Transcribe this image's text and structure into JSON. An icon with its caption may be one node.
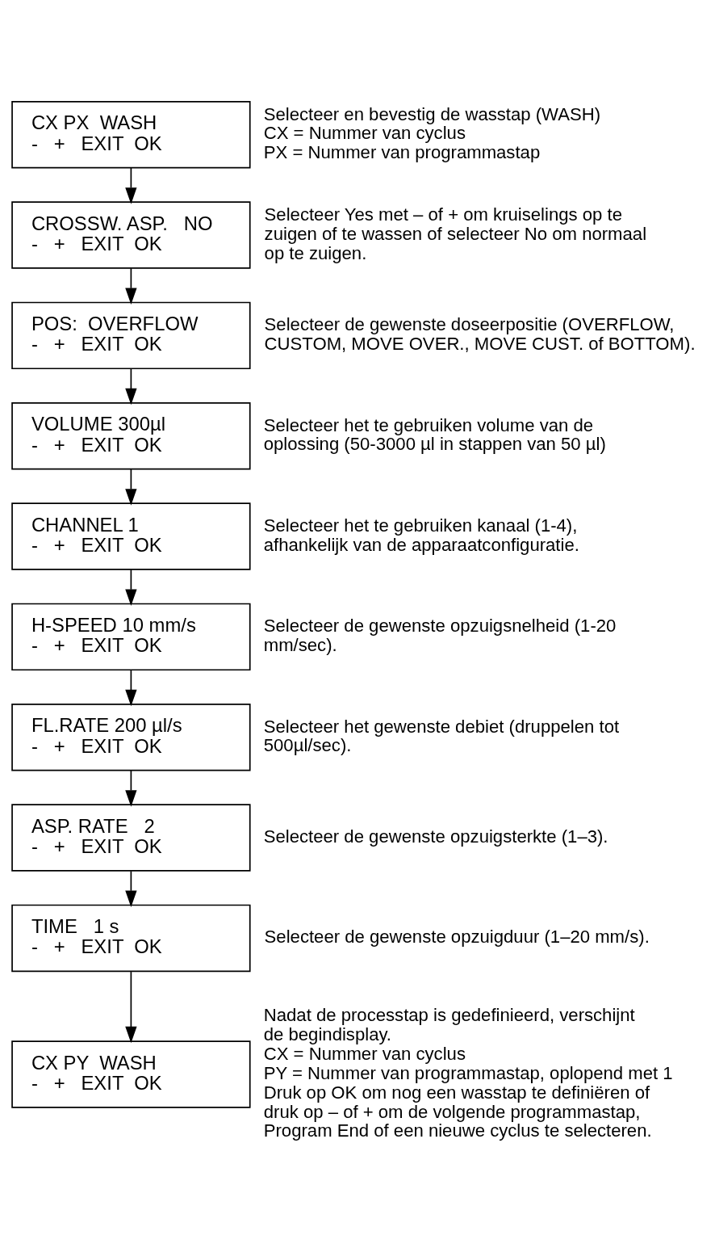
{
  "diagram": {
    "nodes": [
      {
        "text": [
          "CX PX  WASH",
          "-   +   EXIT  OK"
        ],
        "beside": [
          "Selecteer en bevestig de wasstap (WASH)",
          "CX = Nummer van cyclus",
          "PX = Nummer van programmastap"
        ]
      },
      {
        "text": [
          "CROSSW. ASP.   NO",
          "-   +   EXIT  OK"
        ],
        "beside": [
          "Selecteer Yes met – of + om kruiselings op te zuigen of te wassen of selecteer No om normaal op te zuigen."
        ]
      },
      {
        "text": [
          "POS:  OVERFLOW",
          "-   +   EXIT  OK"
        ],
        "beside": [
          "Selecteer de gewenste doseerpositie (OVERFLOW, CUSTOM, MOVE OVER., MOVE CUST. of BOTTOM)."
        ]
      },
      {
        "text": [
          "VOLUME 300µl",
          "-   +   EXIT  OK"
        ],
        "beside": [
          "Selecteer het te gebruiken volume van de oplossing (50-3000 µl in stappen van 50 µl)"
        ]
      },
      {
        "text": [
          "CHANNEL 1",
          "-   +   EXIT  OK"
        ],
        "beside": [
          "Selecteer het te gebruiken kanaal (1-4), afhankelijk van de apparaatconfiguratie."
        ]
      },
      {
        "text": [
          "H-SPEED 10 mm/s",
          "-   +   EXIT  OK"
        ],
        "beside": [
          "Selecteer de gewenste opzuigsnelheid (1-20 mm/sec)."
        ]
      },
      {
        "text": [
          "FL.RATE 200 µl/s",
          "-   +   EXIT  OK"
        ],
        "beside": [
          "Selecteer het gewenste debiet (druppelen tot 500µl/sec)."
        ]
      },
      {
        "text": [
          "ASP. RATE   2",
          "-   +   EXIT  OK"
        ],
        "beside": [
          "Selecteer de gewenste opzuigsterkte (1–3)."
        ]
      },
      {
        "text": [
          "TIME   1 s",
          "-   +   EXIT  OK"
        ],
        "beside": [
          "Selecteer de gewenste opzuigduur (1–20 mm/s)."
        ]
      },
      {
        "text": [
          "CX PY  WASH",
          "-   +   EXIT  OK"
        ],
        "beside": [
          "Nadat de processtap is gedefinieerd, verschijnt de begindisplay.",
          "CX = Nummer van cyclus",
          "PY = Nummer van programmastap, oplopend met 1",
          "Druk op OK om nog een wasstap te definiëren of druk op – of + om de volgende programmastap, Program End of een nieuwe cyclus te selecteren."
        ]
      }
    ],
    "edges": [
      {
        "from": 0,
        "to": 1,
        "arrow": "to"
      },
      {
        "from": 1,
        "to": 2,
        "arrow": "to"
      },
      {
        "from": 2,
        "to": 3,
        "arrow": "to"
      },
      {
        "from": 3,
        "to": 4,
        "arrow": "to"
      },
      {
        "from": 4,
        "to": 5,
        "arrow": "to"
      },
      {
        "from": 5,
        "to": 6,
        "arrow": "to"
      },
      {
        "from": 6,
        "to": 7,
        "arrow": "to"
      },
      {
        "from": 7,
        "to": 8,
        "arrow": "to"
      },
      {
        "from": 8,
        "to": 9,
        "arrow": "to"
      }
    ]
  }
}
